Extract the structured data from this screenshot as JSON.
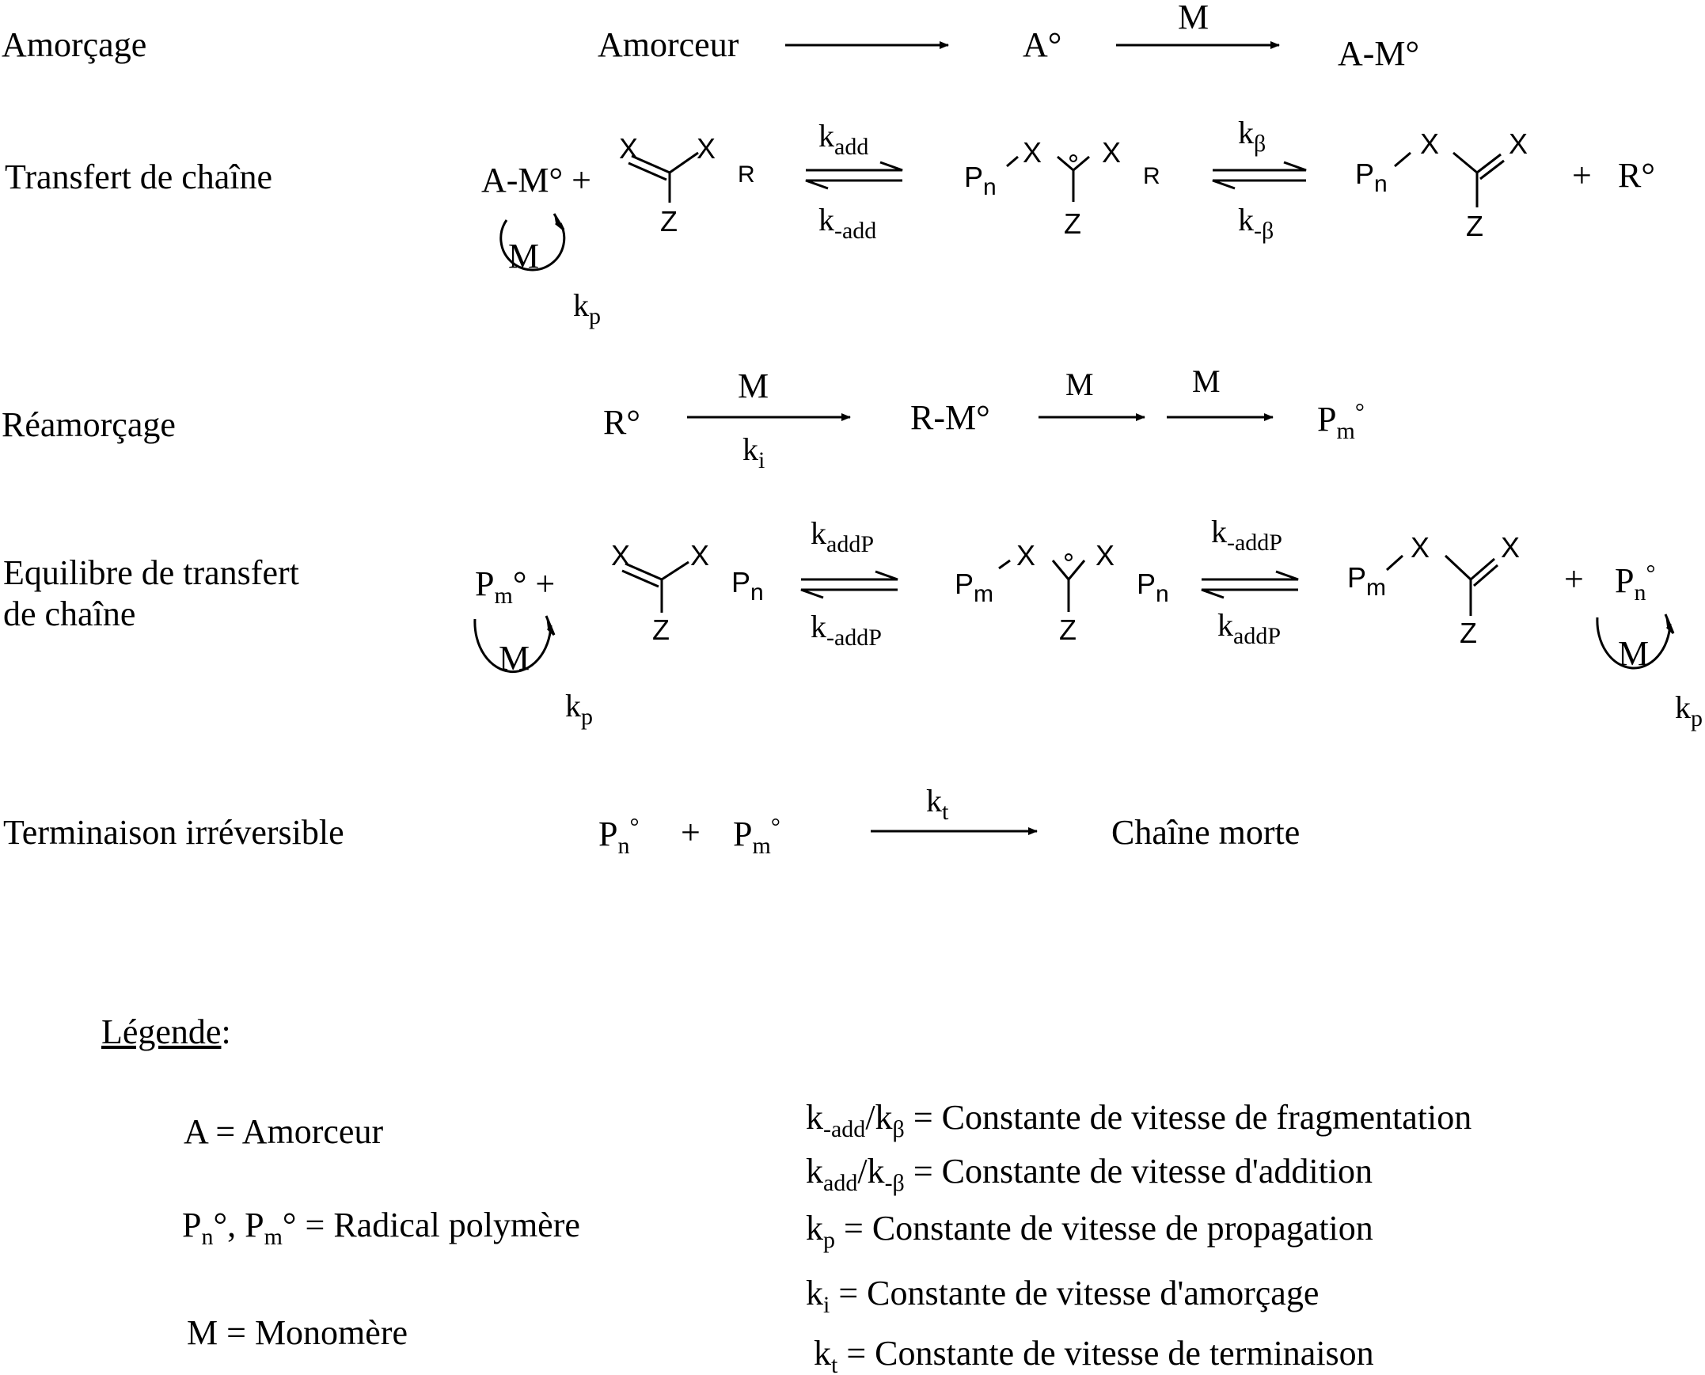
{
  "rows": {
    "amorcage": {
      "label": "Amorçage",
      "reactant": "Amorceur",
      "intermediate": "A°",
      "arrow2_label": "M",
      "product": "A-M°"
    },
    "transfert": {
      "label": "Transfert de chaîne",
      "radical": "A-M° +",
      "cta": {
        "x1": "X",
        "x2": "X",
        "r": "R",
        "z": "Z"
      },
      "k_forward": "k",
      "k_forward_sub": "add",
      "k_reverse": "k",
      "k_reverse_sub": "-add",
      "intermediate": {
        "p": "P",
        "p_sub": "n",
        "x1": "X",
        "x2": "X",
        "r": "R",
        "z": "Z"
      },
      "k2_forward": "k",
      "k2_forward_sub": "β",
      "k2_reverse": "k",
      "k2_reverse_sub": "-β",
      "product": {
        "p": "P",
        "p_sub": "n",
        "x1": "X",
        "x2": "X",
        "z": "Z"
      },
      "plus": "+",
      "released": "R°",
      "cycle": {
        "monomer": "M",
        "k": "k",
        "k_sub": "p"
      }
    },
    "reamorcage": {
      "label": "Réamorçage",
      "reactant": "R°",
      "arrow1_top": "M",
      "arrow1_bottom": "k",
      "arrow1_bottom_sub": "i",
      "intermediate": "R-M°",
      "arrow2_top": "M",
      "arrow3_top": "M",
      "product": "P",
      "product_sub": "m",
      "product_sup": "°"
    },
    "equilibre": {
      "label_line1": "Equilibre de transfert",
      "label_line2": "de chaîne",
      "radical": "P",
      "radical_sub": "m",
      "radical_tail": "° +",
      "cta": {
        "x1": "X",
        "x2": "X",
        "p": "P",
        "p_sub": "n",
        "z": "Z"
      },
      "k_forward": "k",
      "k_forward_sub": "addP",
      "k_reverse": "k",
      "k_reverse_sub": "-addP",
      "intermediate": {
        "p1": "P",
        "p1_sub": "m",
        "x1": "X",
        "x2": "X",
        "p2": "P",
        "p2_sub": "n",
        "z": "Z"
      },
      "k2_forward": "k",
      "k2_forward_sub": "-addP",
      "k2_reverse": "k",
      "k2_reverse_sub": "addP",
      "product": {
        "p": "P",
        "p_sub": "m",
        "x1": "X",
        "x2": "X",
        "z": "Z"
      },
      "plus": "+",
      "released": "P",
      "released_sub": "n",
      "released_tail": "°",
      "cycle_left": {
        "monomer": "M",
        "k": "k",
        "k_sub": "p"
      },
      "cycle_right": {
        "monomer": "M",
        "k": "k",
        "k_sub": "p"
      }
    },
    "terminaison": {
      "label": "Terminaison irréversible",
      "r1": "P",
      "r1_sub": "n",
      "r1_tail": "°",
      "plus": "+",
      "r2": "P",
      "r2_sub": "m",
      "r2_tail": "°",
      "k": "k",
      "k_sub": "t",
      "product": "Chaîne morte"
    }
  },
  "legend": {
    "title": "Légende",
    "colon": ":",
    "left": [
      {
        "text": "A = Amorceur"
      },
      {
        "p1": "P",
        "p1_sub": "n",
        "mid": "°, ",
        "p2": "P",
        "p2_sub": "m",
        "rest": "° = Radical polymère"
      },
      {
        "text": "M = Monomère"
      }
    ],
    "right": [
      {
        "k1": "k",
        "k1_sub": "-add",
        "slash": "/k",
        "k2_sub": "β",
        "rest": " = Constante de vitesse de fragmentation"
      },
      {
        "k1": "k",
        "k1_sub": "add",
        "slash": "/k",
        "k2_sub": "-β",
        "rest": " = Constante de vitesse d'addition"
      },
      {
        "k1": "k",
        "k1_sub": "p",
        "rest": " = Constante de vitesse de propagation"
      },
      {
        "k1": "k",
        "k1_sub": "i",
        "rest": " = Constante de vitesse d'amorçage"
      },
      {
        "k1": "k",
        "k1_sub": "t",
        "rest": " = Constante de vitesse de terminaison"
      }
    ]
  }
}
